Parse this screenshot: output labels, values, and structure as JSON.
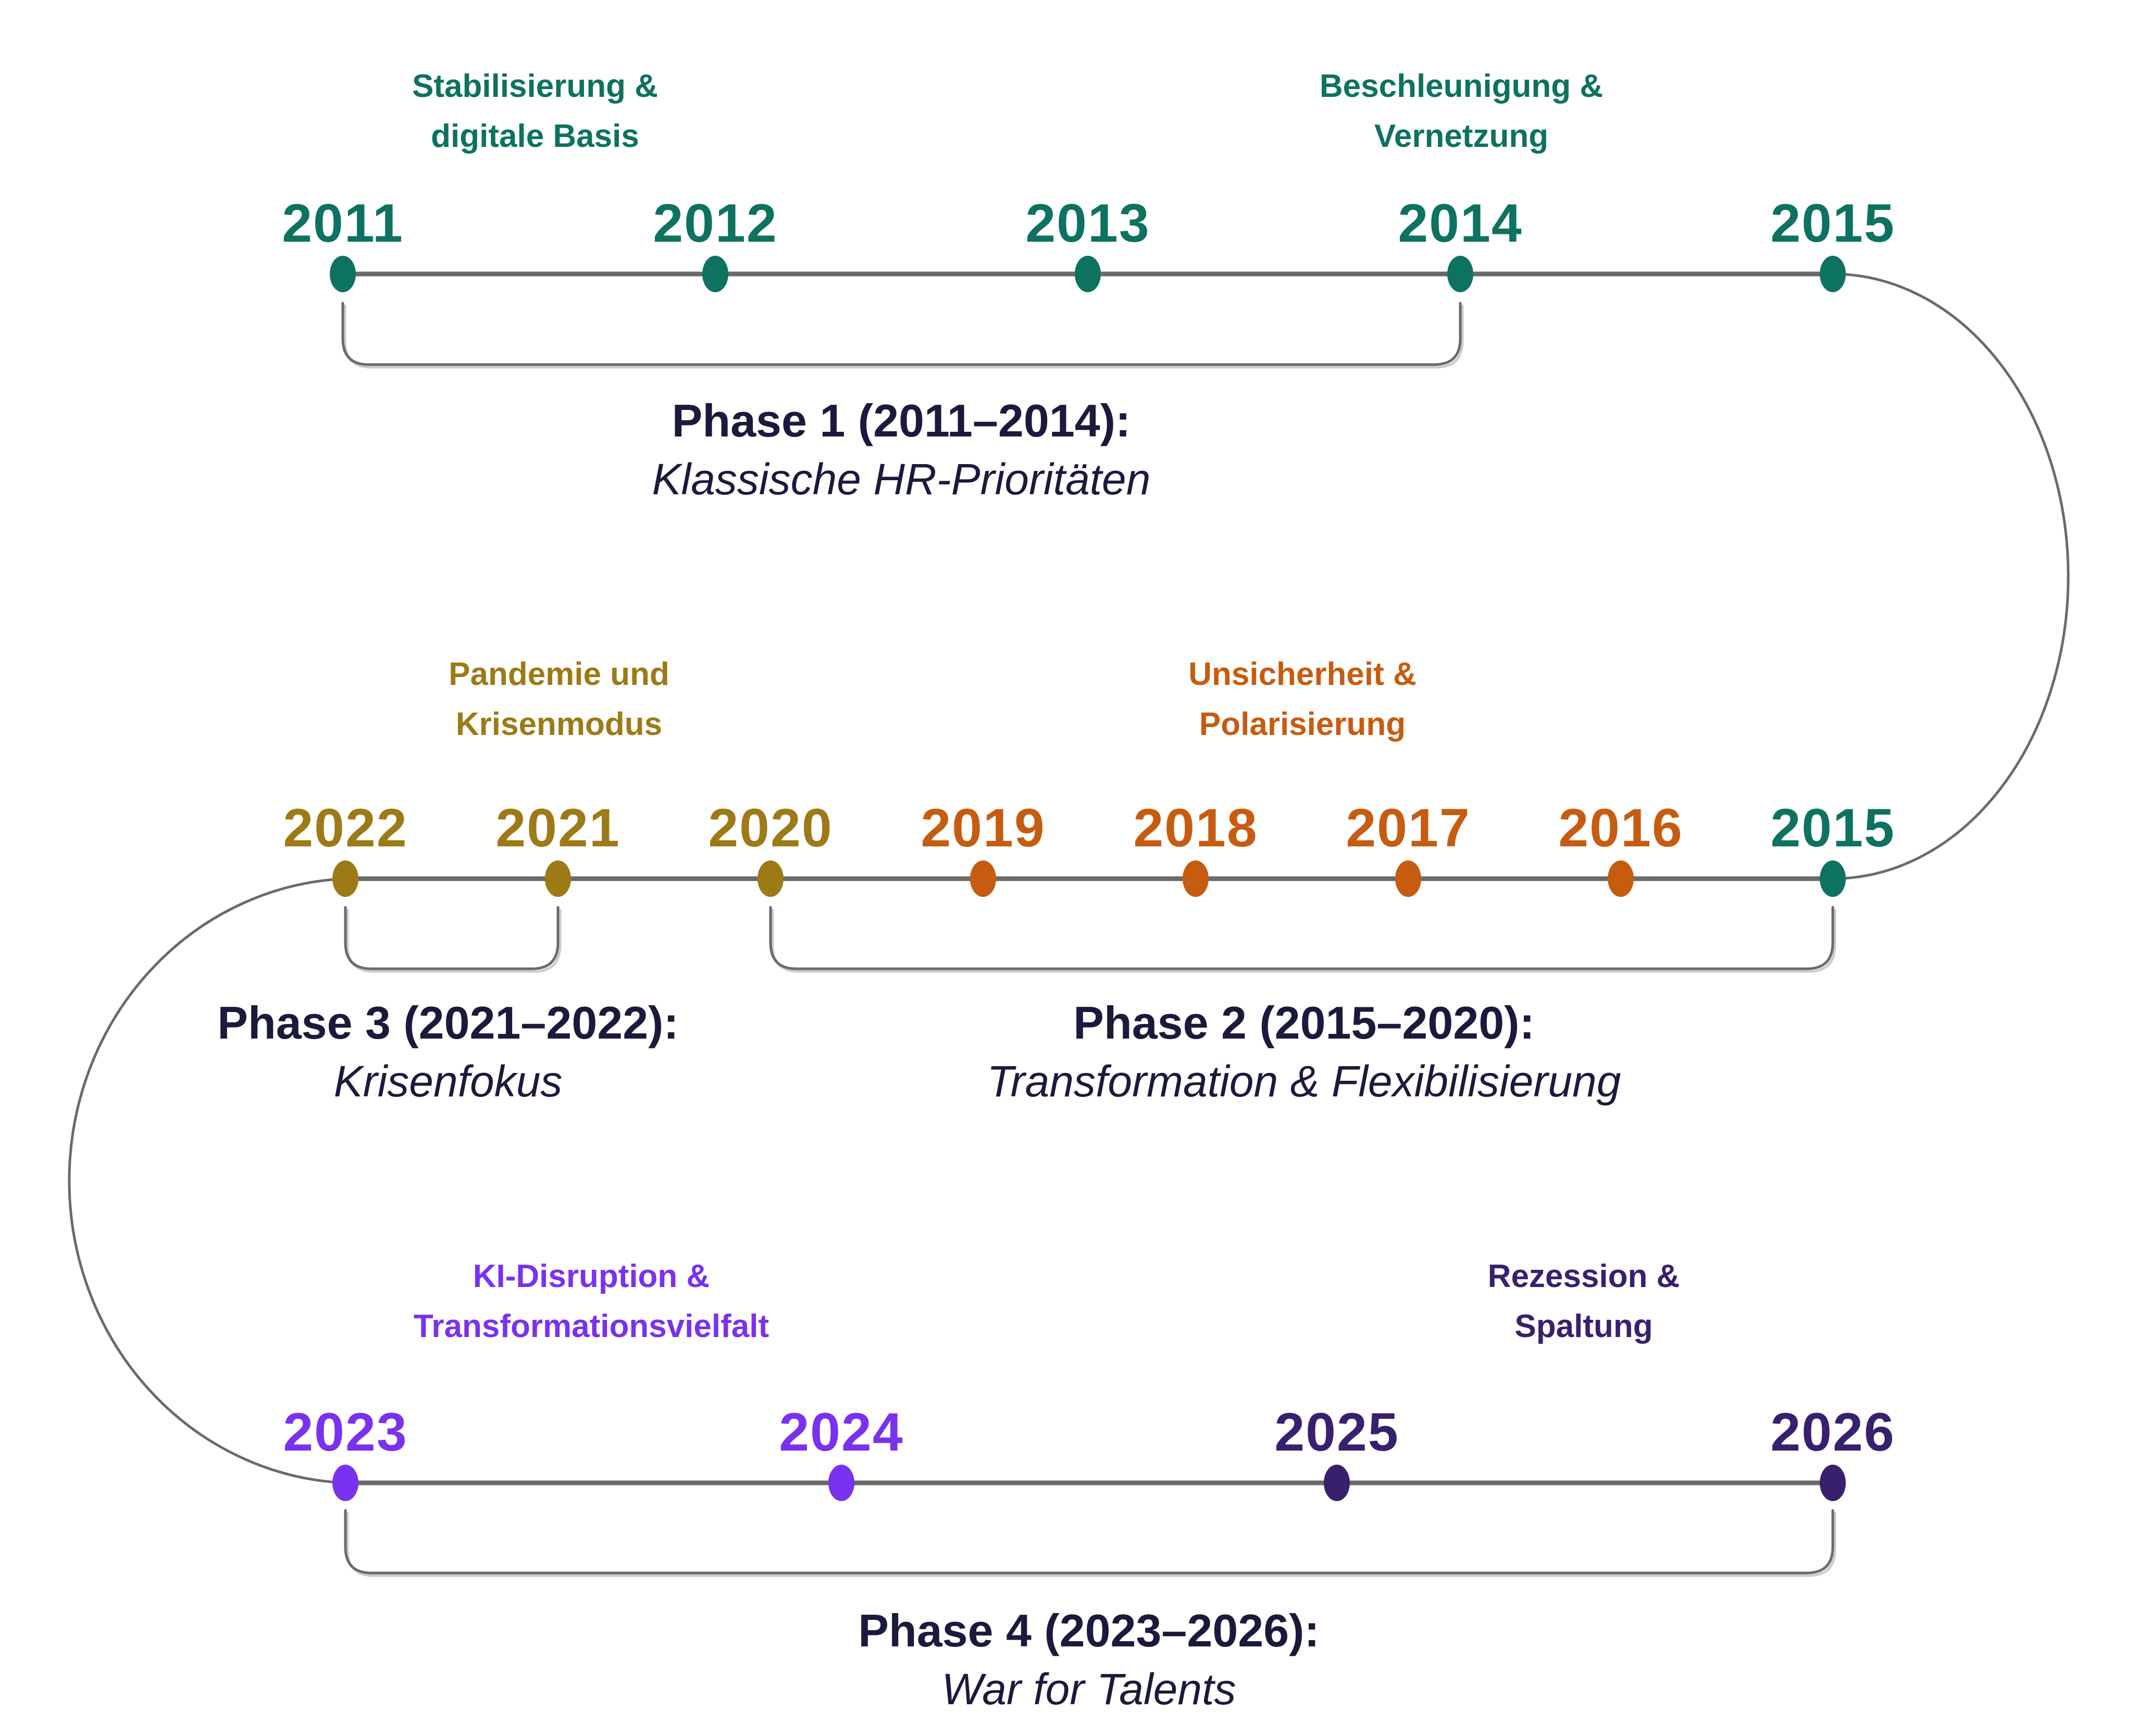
{
  "palette": {
    "teal": "#0d7260",
    "olive": "#9d7a16",
    "orange": "#c65c10",
    "violet": "#7a31f0",
    "purple": "#38206f",
    "navy": "#191a3c",
    "line_gray": "#6a6a6a",
    "background": "#ffffff"
  },
  "timeline": {
    "rows": [
      {
        "name": "row-2011-2015",
        "group_labels": [
          {
            "line1": "Stabilisierung &",
            "line2": "digitale Basis",
            "color": "#0d7260"
          },
          {
            "line1": "Beschleunigung &",
            "line2": "Vernetzung",
            "color": "#0d7260"
          }
        ],
        "years": [
          {
            "label": "2011",
            "color": "#0d7260"
          },
          {
            "label": "2012",
            "color": "#0d7260"
          },
          {
            "label": "2013",
            "color": "#0d7260"
          },
          {
            "label": "2014",
            "color": "#0d7260"
          },
          {
            "label": "2015",
            "color": "#0d7260"
          }
        ]
      },
      {
        "name": "row-2022-2015",
        "group_labels": [
          {
            "line1": "Pandemie und",
            "line2": "Krisenmodus",
            "color": "#9d7a16"
          },
          {
            "line1": "Unsicherheit &",
            "line2": "Polarisierung",
            "color": "#c65c10"
          }
        ],
        "years": [
          {
            "label": "2022",
            "color": "#9d7a16"
          },
          {
            "label": "2021",
            "color": "#9d7a16"
          },
          {
            "label": "2020",
            "color": "#9d7a16"
          },
          {
            "label": "2019",
            "color": "#c65c10"
          },
          {
            "label": "2018",
            "color": "#c65c10"
          },
          {
            "label": "2017",
            "color": "#c65c10"
          },
          {
            "label": "2016",
            "color": "#c65c10"
          },
          {
            "label": "2015",
            "color": "#0d7260"
          }
        ]
      },
      {
        "name": "row-2023-2026",
        "group_labels": [
          {
            "line1": "KI-Disruption &",
            "line2": "Transformationsvielfalt",
            "color": "#7a31f0"
          },
          {
            "line1": "Rezession &",
            "line2": "Spaltung",
            "color": "#38206f"
          }
        ],
        "years": [
          {
            "label": "2023",
            "color": "#7a31f0"
          },
          {
            "label": "2024",
            "color": "#7a31f0"
          },
          {
            "label": "2025",
            "color": "#38206f"
          },
          {
            "label": "2026",
            "color": "#38206f"
          }
        ]
      }
    ],
    "phases": [
      {
        "title": "Phase 1 (2011–2014):",
        "subtitle": "Klassische HR-Prioritäten",
        "color": "#191a3c"
      },
      {
        "title": "Phase 3 (2021–2022):",
        "subtitle": "Krisenfokus",
        "color": "#191a3c"
      },
      {
        "title": "Phase 2 (2015–2020):",
        "subtitle": "Transformation & Flexibilisierung",
        "color": "#191a3c"
      },
      {
        "title": "Phase 4 (2023–2026):",
        "subtitle": "War for Talents",
        "color": "#191a3c"
      }
    ]
  }
}
